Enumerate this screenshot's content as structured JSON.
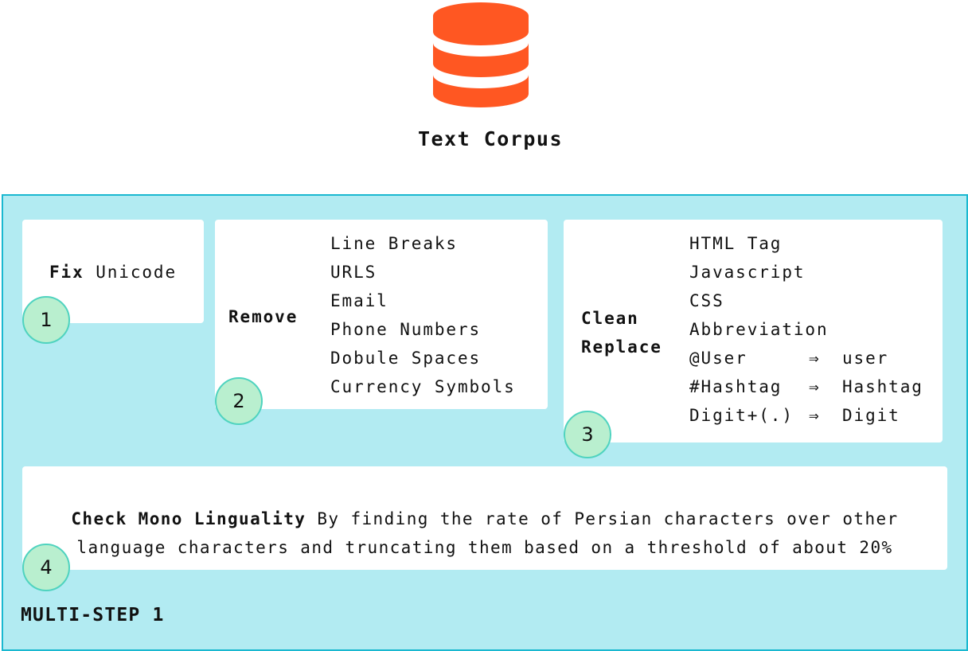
{
  "corpus": {
    "icon": "database-icon",
    "label": "Text Corpus",
    "color": "#ff5722"
  },
  "container": {
    "label": "MULTI-STEP 1"
  },
  "steps": [
    {
      "number": "1",
      "bold": "Fix",
      "text": "Unicode"
    },
    {
      "number": "2",
      "bold": "Remove",
      "items": [
        "Line Breaks",
        "URLS",
        "Email",
        "Phone Numbers",
        "Dobule Spaces",
        "Currency Symbols"
      ]
    },
    {
      "number": "3",
      "bold_lines": [
        "Clean",
        "Replace"
      ],
      "items": [
        "HTML Tag",
        "Javascript",
        "CSS",
        "Abbreviation"
      ],
      "replacements": [
        {
          "from": "@User",
          "arrow": "⇒",
          "to": "user"
        },
        {
          "from": "#Hashtag",
          "arrow": "⇒",
          "to": "Hashtag"
        },
        {
          "from": "Digit+(.)",
          "arrow": "⇒",
          "to": "Digit"
        }
      ]
    },
    {
      "number": "4",
      "bold": "Check Mono Linguality",
      "text_line1": "By finding the rate of Persian characters over other",
      "text_line2": "language characters and truncating them based on a threshold of about 20%"
    }
  ]
}
